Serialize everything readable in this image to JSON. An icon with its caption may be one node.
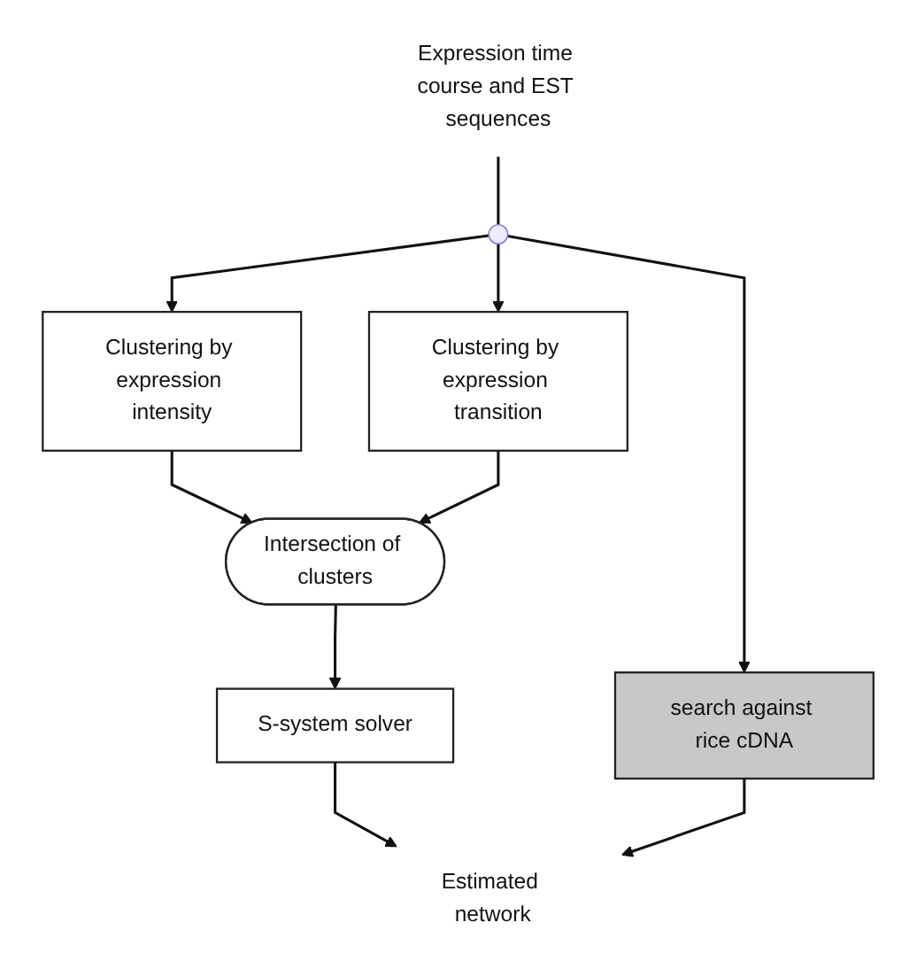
{
  "diagram": {
    "nodes": [
      {
        "text": [
          "Expression time course and EST sequences"
        ]
      },
      {
        "text": [],
        "shape": "circle"
      },
      {
        "text": [
          "Clustering by expression intensity"
        ]
      },
      {
        "text": [
          "Clustering by expression transition"
        ]
      },
      {
        "text": [
          "search against rice cDNA"
        ]
      },
      {
        "text": [
          "Intersection of clusters"
        ]
      },
      {
        "text": [
          "S-system solver"
        ]
      },
      {
        "text": [
          "Estimated network"
        ]
      }
    ],
    "edges": [
      {
        "from": 0,
        "to": 1,
        "arrow": "none"
      },
      {
        "from": 1,
        "to": 2,
        "arrow": "to"
      },
      {
        "from": 1,
        "to": 3,
        "arrow": "to"
      },
      {
        "from": 1,
        "to": 4,
        "arrow": "to"
      },
      {
        "from": 2,
        "to": 5,
        "arrow": "to"
      },
      {
        "from": 3,
        "to": 5,
        "arrow": "to"
      },
      {
        "from": 5,
        "to": 6,
        "arrow": "to"
      },
      {
        "from": 6,
        "to": 7,
        "arrow": "to"
      },
      {
        "from": 4,
        "to": 7,
        "arrow": "to"
      }
    ]
  }
}
